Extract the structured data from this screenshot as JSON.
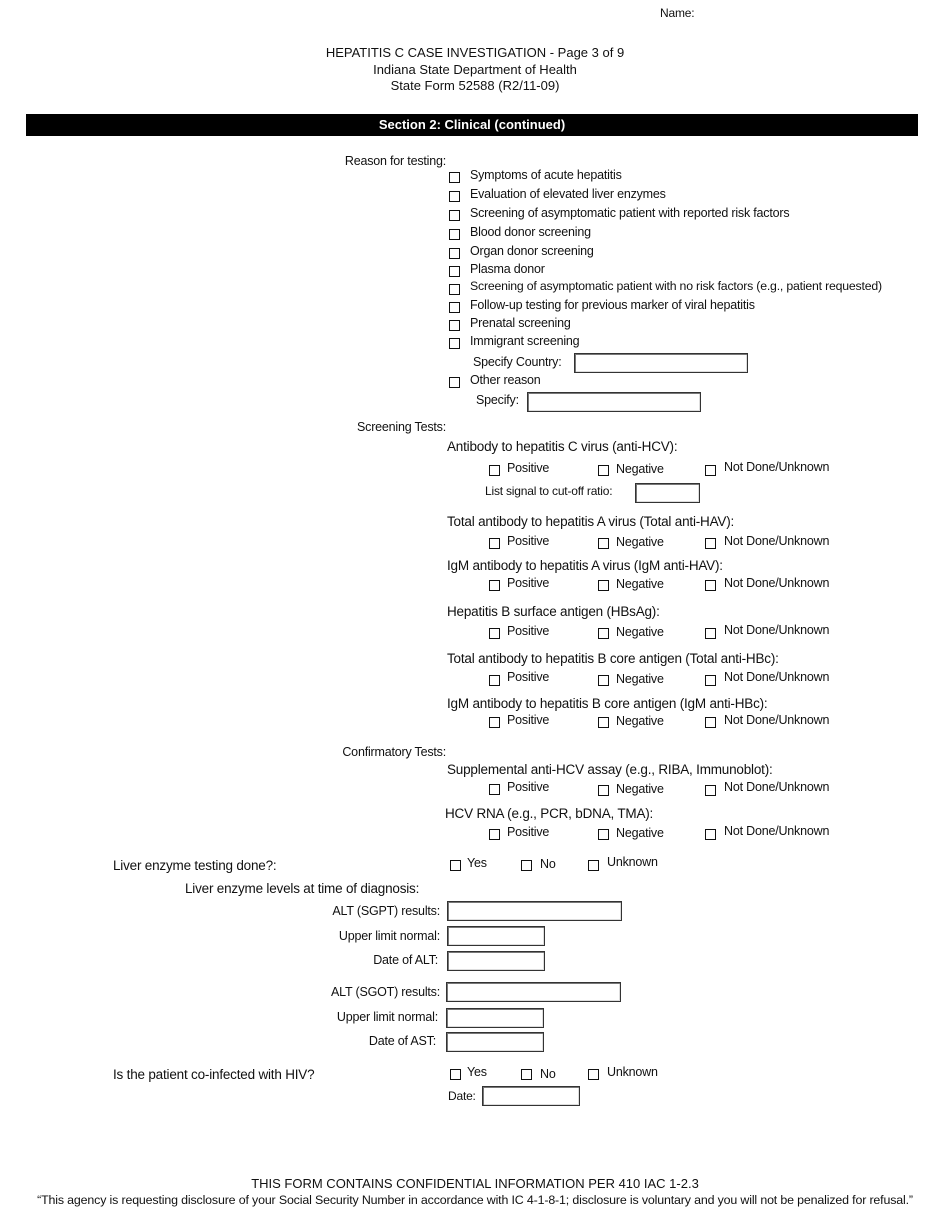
{
  "name_label": "Name:",
  "header": {
    "line1": "HEPATITIS C CASE INVESTIGATION - Page 3 of 9",
    "line2": "Indiana State Department of Health",
    "line3": "State Form 52588 (R2/11-09)"
  },
  "section_title": "Section 2: Clinical (continued)",
  "reason": {
    "label": "Reason for testing:",
    "options": [
      "Symptoms of acute hepatitis",
      "Evaluation of elevated liver enzymes",
      "Screening of asymptomatic patient with reported risk factors",
      "Blood donor screening",
      "Organ donor screening",
      "Plasma donor",
      "Screening of asymptomatic patient with no risk factors (e.g., patient requested)",
      "Follow-up testing for previous marker of viral hepatitis",
      "Prenatal screening",
      "Immigrant screening"
    ],
    "specify_country_label": "Specify Country:",
    "other_label": "Other reason",
    "specify_label": "Specify:"
  },
  "result_options": [
    "Positive",
    "Negative",
    "Not Done/Unknown"
  ],
  "screening": {
    "label": "Screening Tests:",
    "tests": [
      "Antibody to hepatitis C virus (anti-HCV):",
      "Total antibody to hepatitis A virus (Total anti-HAV):",
      "IgM antibody to hepatitis A virus (IgM anti-HAV):",
      "Hepatitis B surface antigen (HBsAg):",
      "Total antibody to hepatitis B core antigen (Total anti-HBc):",
      "IgM antibody to hepatitis B core antigen (IgM anti-HBc):"
    ],
    "ratio_label": "List signal to cut-off ratio:"
  },
  "confirmatory": {
    "label": "Confirmatory Tests:",
    "tests": [
      "Supplemental anti-HCV assay (e.g., RIBA, Immunoblot):",
      "HCV RNA (e.g., PCR, bDNA, TMA):"
    ]
  },
  "yes_no_unknown": [
    "Yes",
    "No",
    "Unknown"
  ],
  "liver": {
    "question": "Liver enzyme testing done?:",
    "levels_label": "Liver enzyme levels at time of diagnosis:",
    "alt_label": "ALT (SGPT) results:",
    "alt_uln_label": "Upper limit normal:",
    "alt_date_label": "Date of ALT:",
    "ast_label": "ALT (SGOT) results:",
    "ast_uln_label": "Upper limit normal:",
    "ast_date_label": "Date of AST:"
  },
  "hiv": {
    "question": "Is the patient co-infected with HIV?",
    "date_label": "Date:"
  },
  "footer": {
    "line1": "THIS FORM CONTAINS CONFIDENTIAL INFORMATION PER 410 IAC 1-2.3",
    "line2": "“This agency is requesting disclosure of your Social Security Number in accordance with IC 4-1-8-1; disclosure is voluntary and you will not be penalized for refusal.”"
  }
}
